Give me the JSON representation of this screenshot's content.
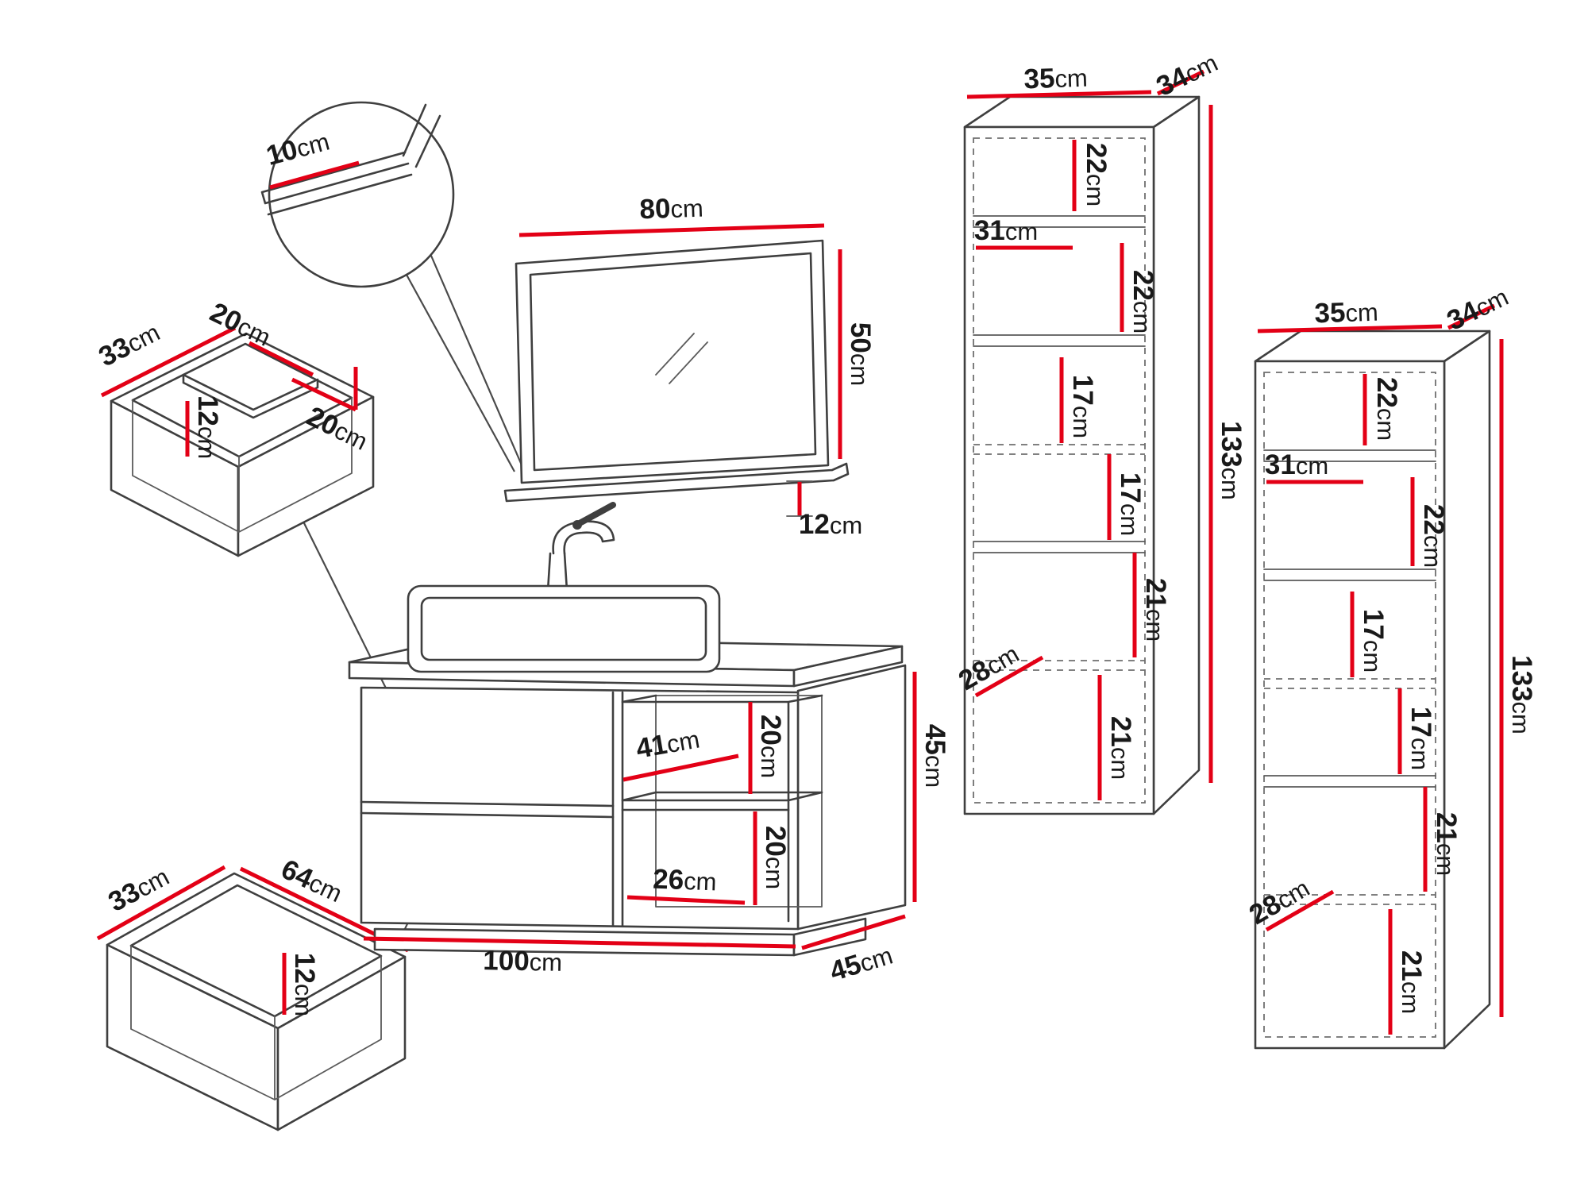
{
  "figure": {
    "kind": "bathroom-furniture-dimension-diagram",
    "unit": "cm",
    "accent_color": "#e30016",
    "line_color": "#3f3f3f"
  },
  "detail_view": {
    "shelf_edge": "10cm"
  },
  "mirror": {
    "width": "80cm",
    "height": "50cm",
    "shelf_depth": "12cm"
  },
  "upper_drawer": {
    "depth": "33cm",
    "back_section_width": "20cm",
    "inner_height": "12cm",
    "front_section_width": "20cm"
  },
  "lower_drawer": {
    "depth": "33cm",
    "width": "64cm",
    "inner_height": "12cm"
  },
  "vanity": {
    "niche_shelf_width": "41cm",
    "niche_upper_height": "20cm",
    "niche_lower_height": "20cm",
    "niche_bottom_width": "26cm",
    "height": "45cm",
    "width": "100cm",
    "depth": "45cm"
  },
  "cabinet_left": {
    "width": "35cm",
    "depth": "34cm",
    "height": "133cm",
    "top_shelf_gap": "22cm",
    "niche_width": "31cm",
    "upper_shelf_gap": "22cm",
    "middle_shelf_gap_a": "17cm",
    "middle_shelf_gap_b": "17cm",
    "lower_shelf_gap_a": "21cm",
    "door_width": "28cm",
    "lower_shelf_gap_b": "21cm"
  },
  "cabinet_right": {
    "width": "35cm",
    "depth": "34cm",
    "height": "133cm",
    "top_shelf_gap": "22cm",
    "niche_width": "31cm",
    "upper_shelf_gap": "22cm",
    "middle_shelf_gap_a": "17cm",
    "middle_shelf_gap_b": "17cm",
    "lower_shelf_gap_a": "21cm",
    "door_width": "28cm",
    "lower_shelf_gap_b": "21cm"
  }
}
